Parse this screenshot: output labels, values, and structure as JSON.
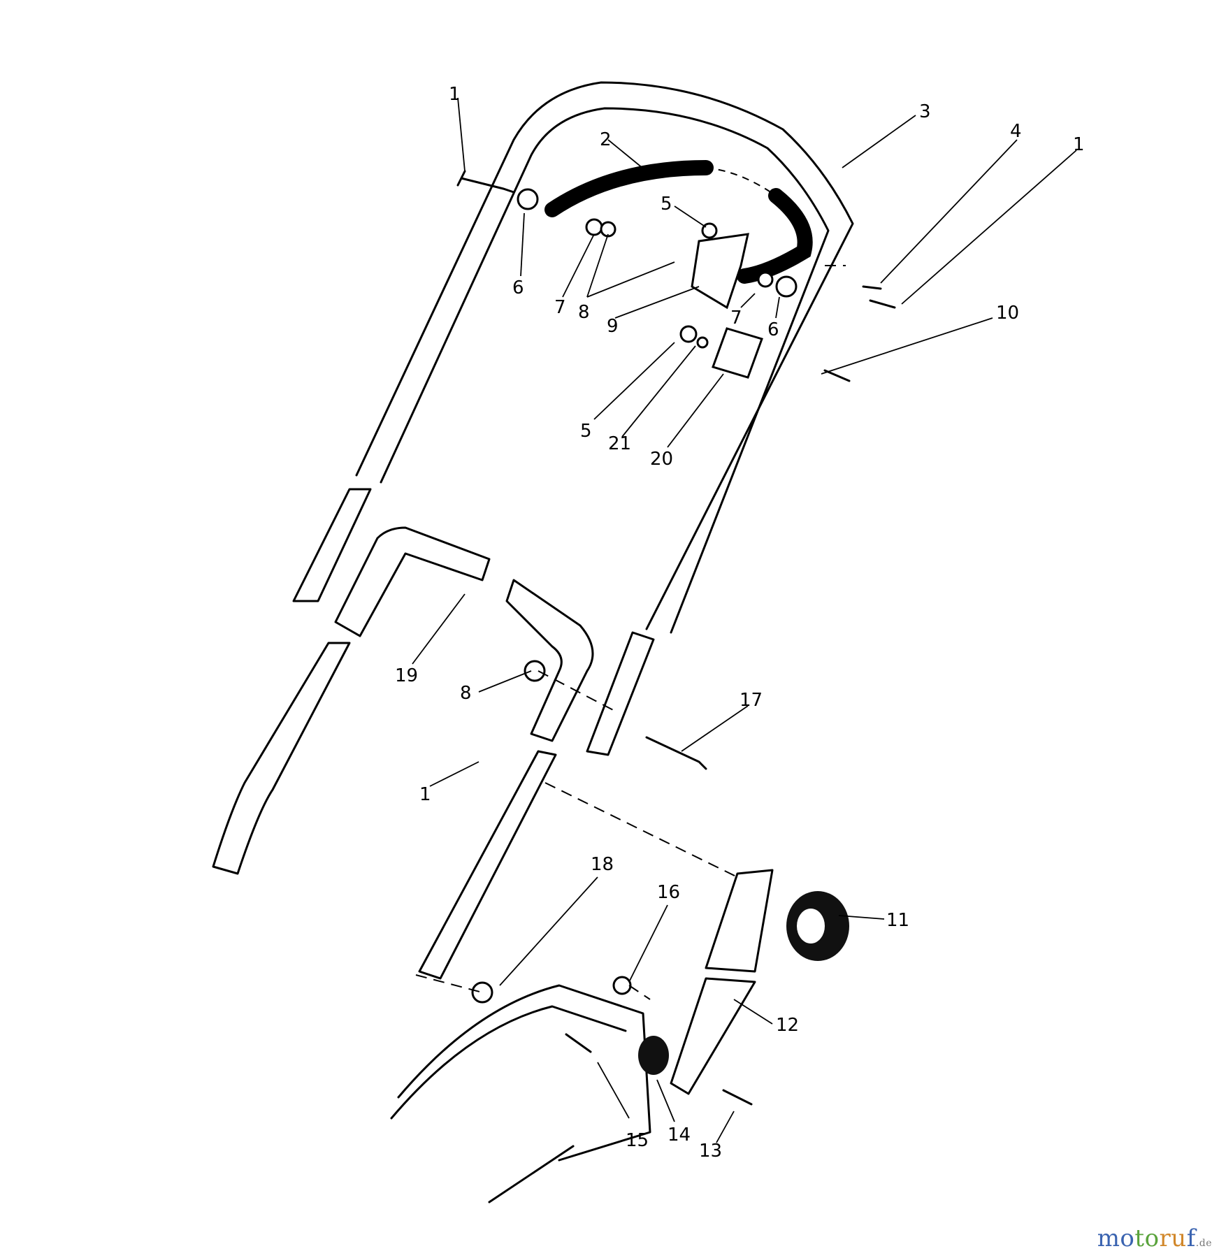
{
  "diagram": {
    "callouts": [
      "1",
      "2",
      "3",
      "4",
      "1",
      "5",
      "6",
      "7",
      "8",
      "9",
      "7",
      "6",
      "10",
      "5",
      "21",
      "20",
      "19",
      "8",
      "17",
      "1",
      "18",
      "16",
      "11",
      "12",
      "15",
      "14",
      "13"
    ]
  },
  "watermark": {
    "part1": "mo",
    "part2": "to",
    "part3": "ru",
    "part4": "f",
    "tld": ".de"
  }
}
